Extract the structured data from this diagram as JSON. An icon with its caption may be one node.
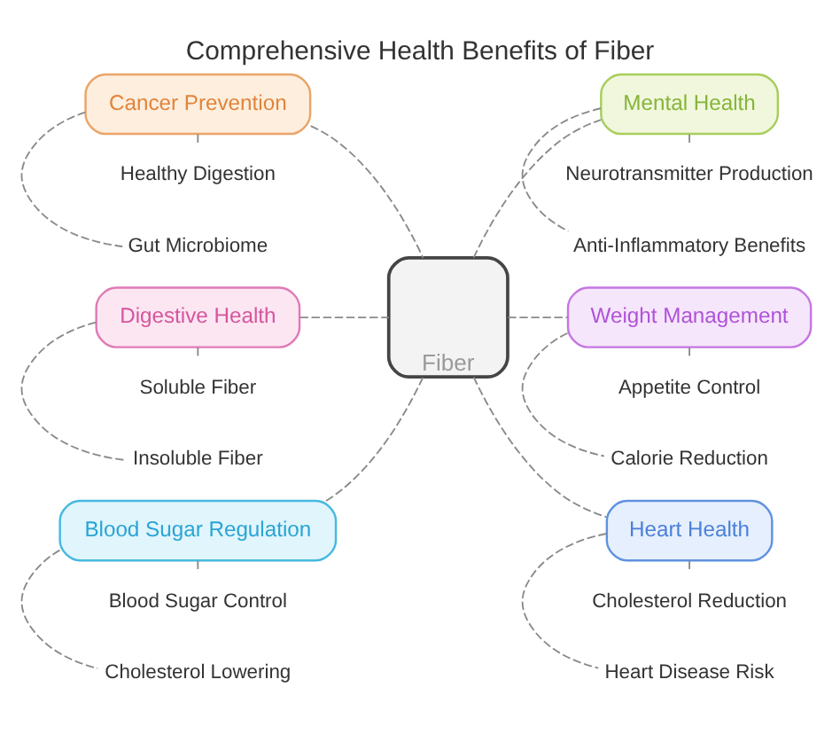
{
  "diagram": {
    "title": "Comprehensive Health Benefits of Fiber",
    "nodes": [
      {
        "text": [
          "Cancer Prevention"
        ]
      },
      {
        "text": [
          "Mental Health"
        ]
      },
      {
        "text": [
          "Healthy Digestion"
        ]
      },
      {
        "text": [
          "Neurotransmitter Production"
        ]
      },
      {
        "text": [
          "Gut Microbiome"
        ]
      },
      {
        "text": [
          "Anti-Inflammatory Benefits"
        ]
      },
      {
        "text": [
          "Digestive Health"
        ]
      },
      {
        "text": [
          "Fiber"
        ]
      },
      {
        "text": [
          "Weight Management"
        ]
      },
      {
        "text": [
          "Soluble Fiber"
        ]
      },
      {
        "text": [
          "Appetite Control"
        ]
      },
      {
        "text": [
          "Insoluble Fiber"
        ]
      },
      {
        "text": [
          "Calorie Reduction"
        ]
      },
      {
        "text": [
          "Blood Sugar Regulation"
        ]
      },
      {
        "text": [
          "Heart Health"
        ]
      },
      {
        "text": [
          "Blood Sugar Control"
        ]
      },
      {
        "text": [
          "Cholesterol Reduction"
        ]
      },
      {
        "text": [
          "Cholesterol Lowering"
        ]
      },
      {
        "text": [
          "Heart Disease Risk"
        ]
      }
    ],
    "edges": [
      {
        "from": 0,
        "to": 7,
        "arrow": "none",
        "style": "dashed"
      },
      {
        "from": 0,
        "to": 2,
        "arrow": "none",
        "style": "dashed"
      },
      {
        "from": 0,
        "to": 4,
        "arrow": "none",
        "style": "dashed"
      },
      {
        "from": 7,
        "to": 1,
        "arrow": "none",
        "style": "dashed"
      },
      {
        "from": 1,
        "to": 3,
        "arrow": "none",
        "style": "dashed"
      },
      {
        "from": 1,
        "to": 5,
        "arrow": "none",
        "style": "dashed"
      },
      {
        "from": 6,
        "to": 7,
        "arrow": "none",
        "style": "dashed"
      },
      {
        "from": 6,
        "to": 9,
        "arrow": "none",
        "style": "dashed"
      },
      {
        "from": 6,
        "to": 11,
        "arrow": "none",
        "style": "dashed"
      },
      {
        "from": 7,
        "to": 8,
        "arrow": "none",
        "style": "dashed"
      },
      {
        "from": 8,
        "to": 10,
        "arrow": "none",
        "style": "dashed"
      },
      {
        "from": 8,
        "to": 12,
        "arrow": "none",
        "style": "dashed"
      },
      {
        "from": 13,
        "to": 7,
        "arrow": "none",
        "style": "dashed"
      },
      {
        "from": 13,
        "to": 15,
        "arrow": "none",
        "style": "dashed"
      },
      {
        "from": 13,
        "to": 17,
        "arrow": "none",
        "style": "dashed"
      },
      {
        "from": 7,
        "to": 14,
        "arrow": "none",
        "style": "dashed"
      },
      {
        "from": 14,
        "to": 16,
        "arrow": "none",
        "style": "dashed"
      },
      {
        "from": 14,
        "to": 18,
        "arrow": "none",
        "style": "dashed"
      }
    ]
  }
}
